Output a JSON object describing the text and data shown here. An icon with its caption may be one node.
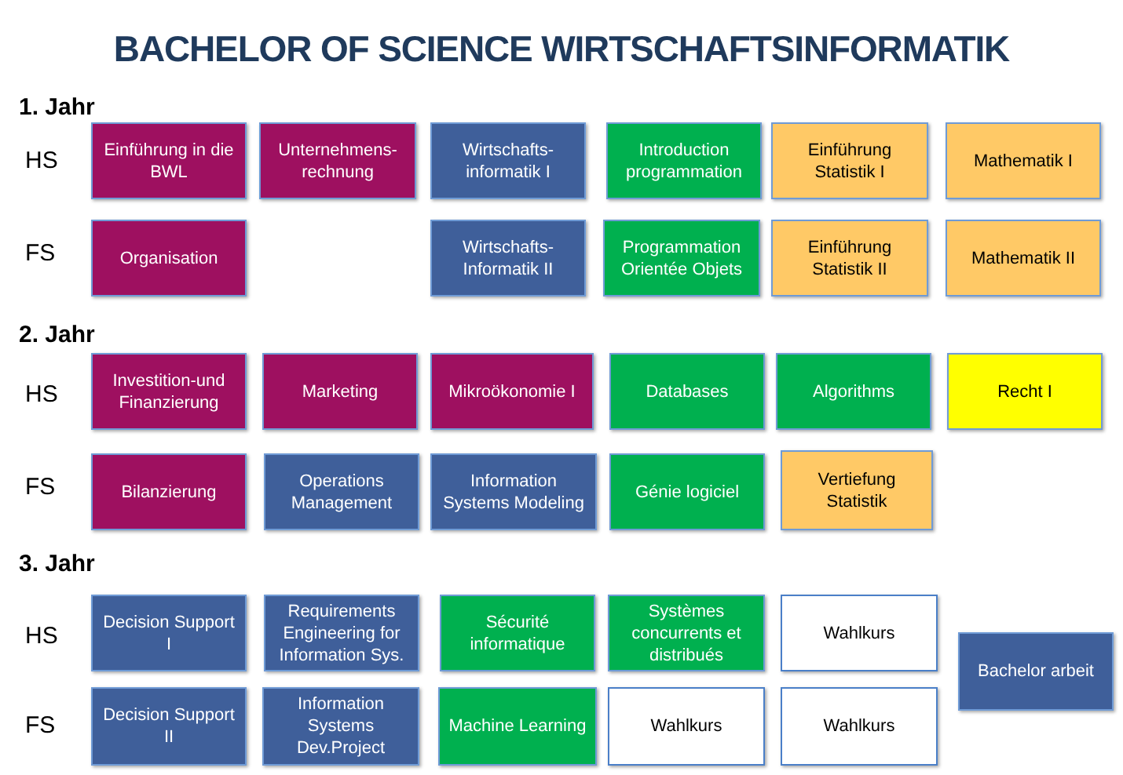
{
  "diagram": {
    "title": "BACHELOR OF SCIENCE WIRTSCHAFTSINFORMATIK",
    "nodes": [
      {
        "text": [
          "Einführung in die BWL"
        ]
      },
      {
        "text": [
          "Unternehmens-rechnung"
        ]
      },
      {
        "text": [
          "Wirtschafts-informatik I"
        ]
      },
      {
        "text": [
          "Introduction programmation"
        ]
      },
      {
        "text": [
          "Einführung Statistik I"
        ]
      },
      {
        "text": [
          "Mathematik I"
        ]
      },
      {
        "text": [
          "Organisation"
        ]
      },
      {
        "text": [
          "Wirtschafts-Informatik II"
        ]
      },
      {
        "text": [
          "Programmation Orientée Objets"
        ]
      },
      {
        "text": [
          "Einführung Statistik II"
        ]
      },
      {
        "text": [
          "Mathematik II"
        ]
      },
      {
        "text": [
          "Investition-und Finanzierung"
        ]
      },
      {
        "text": [
          "Marketing"
        ]
      },
      {
        "text": [
          "Mikroökonomie I"
        ]
      },
      {
        "text": [
          "Databases"
        ]
      },
      {
        "text": [
          "Algorithms"
        ]
      },
      {
        "text": [
          "Recht I"
        ]
      },
      {
        "text": [
          "Bilanzierung"
        ]
      },
      {
        "text": [
          "Operations Management"
        ]
      },
      {
        "text": [
          "Information Systems Modeling"
        ]
      },
      {
        "text": [
          "Génie logiciel"
        ]
      },
      {
        "text": [
          "Vertiefung Statistik"
        ]
      },
      {
        "text": [
          "Decision Support I"
        ]
      },
      {
        "text": [
          "Requirements Engineering for Information Sys."
        ]
      },
      {
        "text": [
          "Sécurité informatique"
        ]
      },
      {
        "text": [
          "Systèmes concurrents et distribués"
        ]
      },
      {
        "text": [
          "Wahlkurs"
        ]
      },
      {
        "text": [
          "Bachelor arbeit"
        ]
      },
      {
        "text": [
          "Decision Support II"
        ]
      },
      {
        "text": [
          "Information Systems Dev.Project"
        ]
      },
      {
        "text": [
          "Machine Learning"
        ]
      },
      {
        "text": [
          "Wahlkurs"
        ]
      },
      {
        "text": [
          "Wahlkurs"
        ]
      }
    ],
    "labels": [
      "1. Jahr",
      "HS",
      "FS",
      "2. Jahr",
      "HS",
      "FS",
      "3. Jahr",
      "HS",
      "FS"
    ]
  }
}
